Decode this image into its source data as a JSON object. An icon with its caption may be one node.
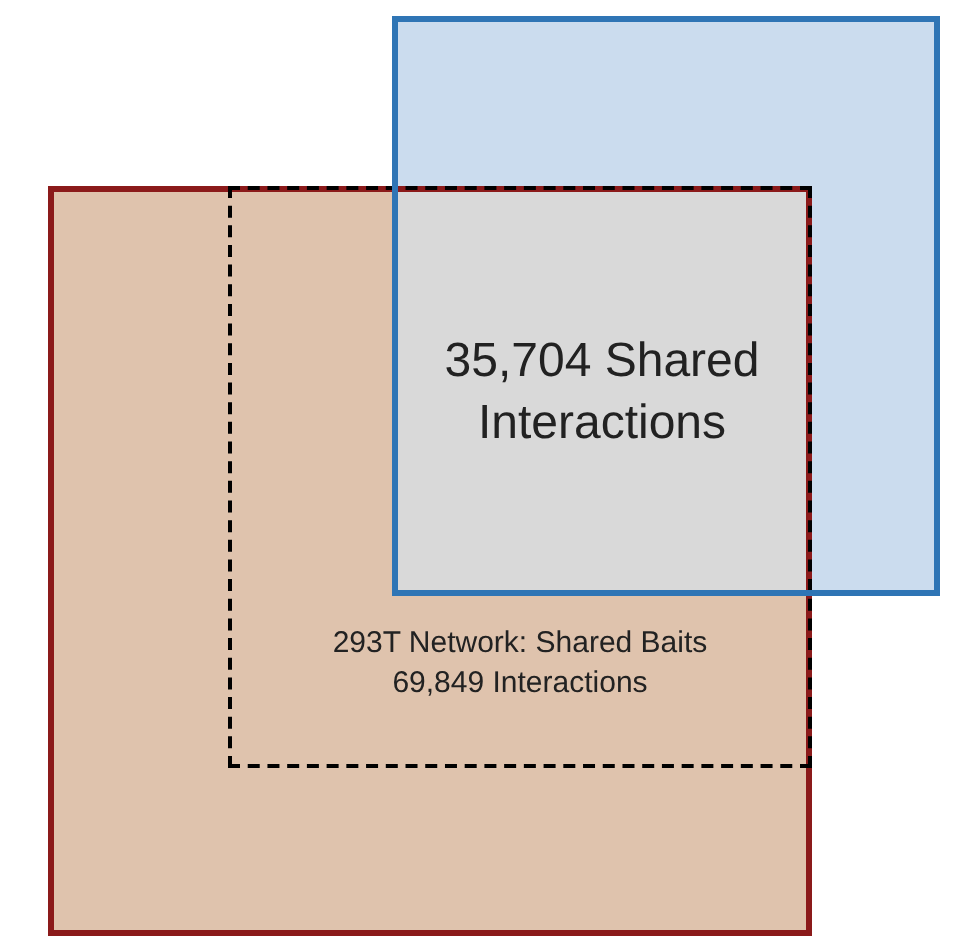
{
  "diagram": {
    "nodes": [
      {
        "text": [],
        "shape": "box"
      },
      {
        "text": [],
        "shape": "box"
      },
      {
        "text": [
          "293T Network: Shared Baits",
          "69,849 Interactions"
        ],
        "in": 0
      }
    ],
    "labels": [
      "35,704 Shared Interactions"
    ]
  }
}
